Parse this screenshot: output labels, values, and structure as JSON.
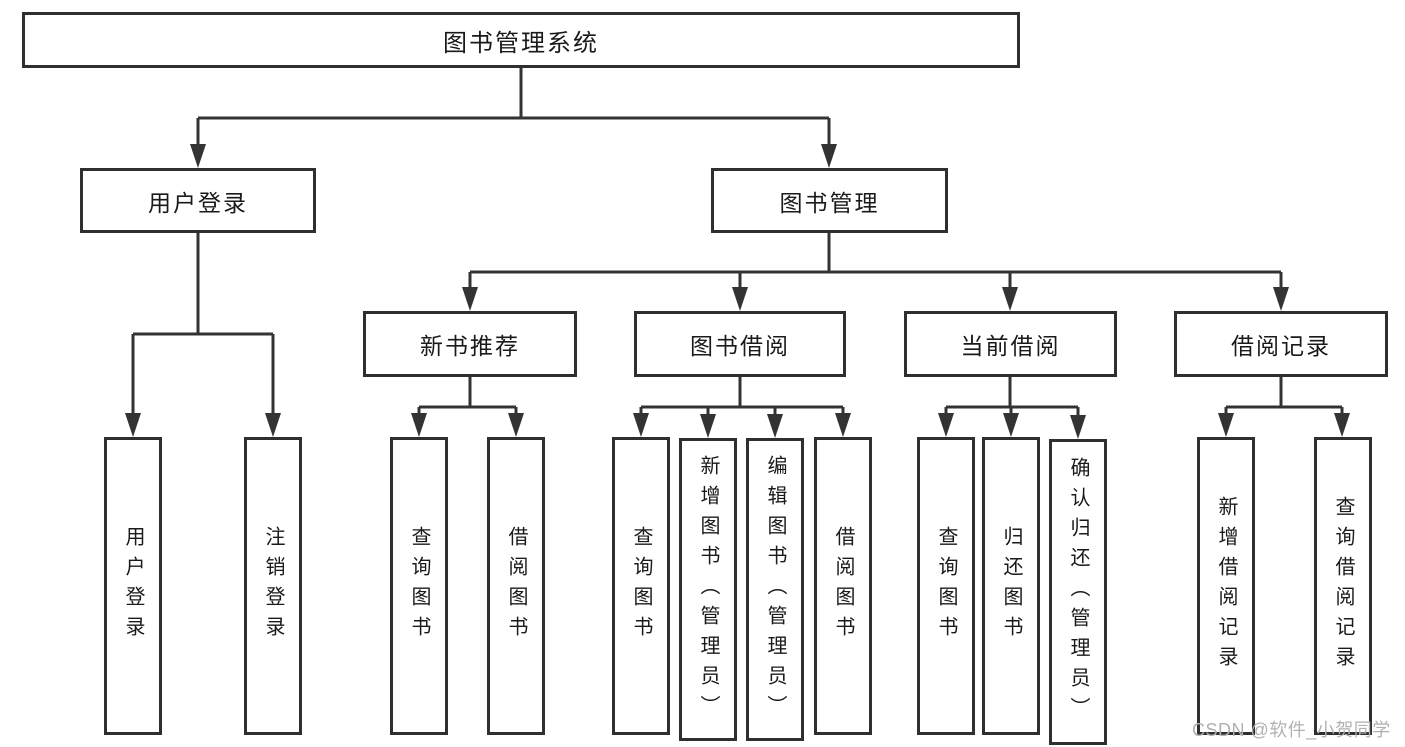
{
  "diagram_title": "图书管理系统",
  "tree": {
    "label": "图书管理系统",
    "children": [
      {
        "label": "用户登录",
        "children": [
          {
            "label": "用户登录"
          },
          {
            "label": "注销登录"
          }
        ]
      },
      {
        "label": "图书管理",
        "children": [
          {
            "label": "新书推荐",
            "children": [
              {
                "label": "查询图书"
              },
              {
                "label": "借阅图书"
              }
            ]
          },
          {
            "label": "图书借阅",
            "children": [
              {
                "label": "查询图书"
              },
              {
                "label": "新增图书（管理员）"
              },
              {
                "label": "编辑图书（管理员）"
              },
              {
                "label": "借阅图书"
              }
            ]
          },
          {
            "label": "当前借阅",
            "children": [
              {
                "label": "查询图书"
              },
              {
                "label": "归还图书"
              },
              {
                "label": "确认归还（管理员）"
              }
            ]
          },
          {
            "label": "借阅记录",
            "children": [
              {
                "label": "新增借阅记录"
              },
              {
                "label": "查询借阅记录"
              }
            ]
          }
        ]
      }
    ]
  },
  "watermark": {
    "text": "CSDN @软件_小贺同学",
    "color": "#b1b1b1"
  },
  "colors": {
    "background": "#ffffff",
    "box_fill": "#ffffff",
    "box_border": "#2f2f2f",
    "connector": "#333333",
    "text": "#1a1a1a",
    "watermark": "#b1b1b1"
  }
}
